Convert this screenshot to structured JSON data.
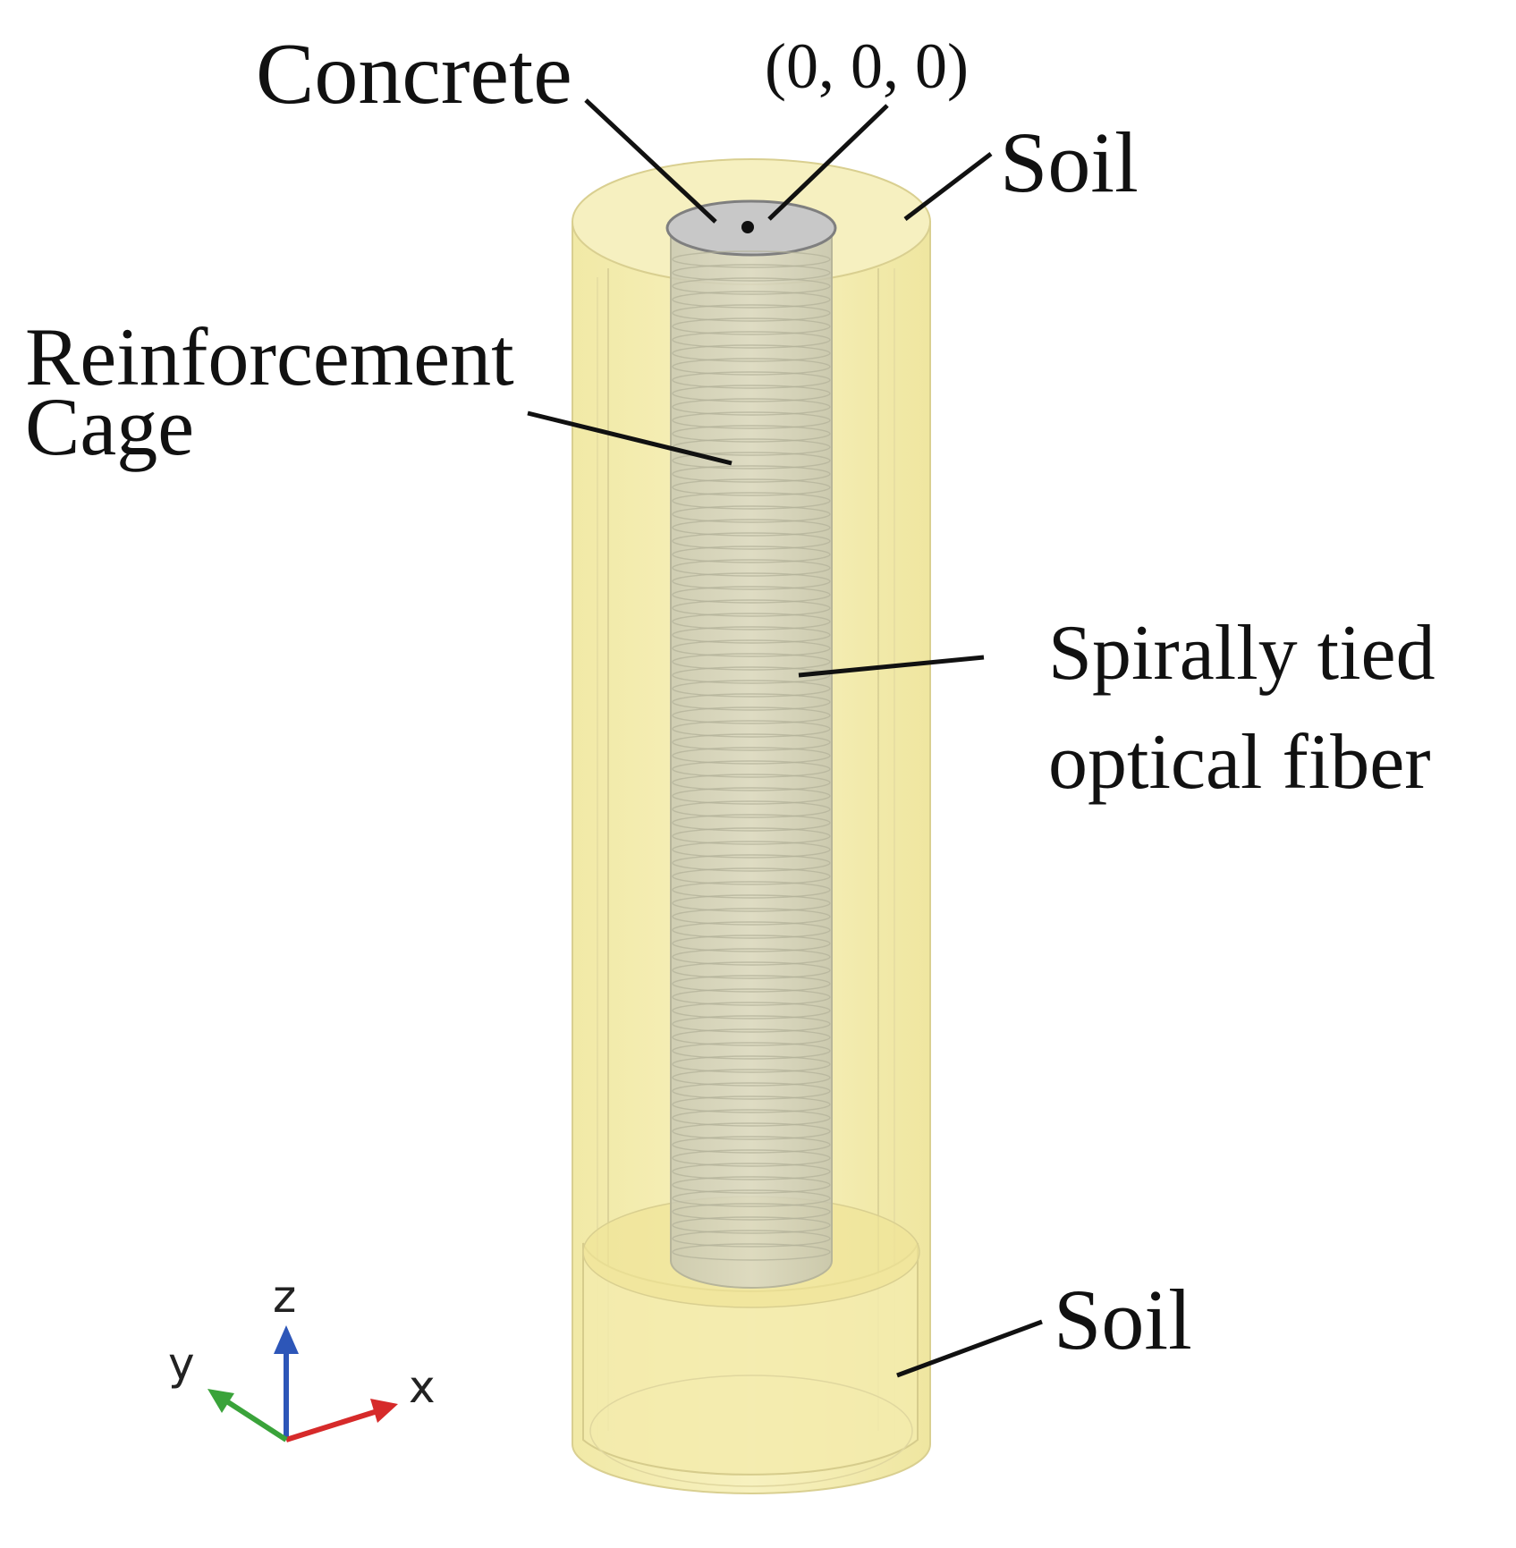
{
  "labels": {
    "concrete": "Concrete",
    "origin": "(0, 0, 0)",
    "soil_top": "Soil",
    "reinforcement_line1": "Reinforcement",
    "reinforcement_line2": "Cage",
    "fiber_line1": "Spirally tied",
    "fiber_line2": "optical fiber",
    "soil_bottom": "Soil"
  },
  "axes": {
    "z": "z",
    "y": "y",
    "x": "x"
  },
  "colors": {
    "soil_fill": "#f3ecaa",
    "soil_edge": "#c9c08a",
    "concrete_fill": "#cfcfbf",
    "concrete_top": "#c6c6c6",
    "axis_z": "#2d56b8",
    "axis_y": "#3aa33a",
    "axis_x": "#d62a2a"
  }
}
